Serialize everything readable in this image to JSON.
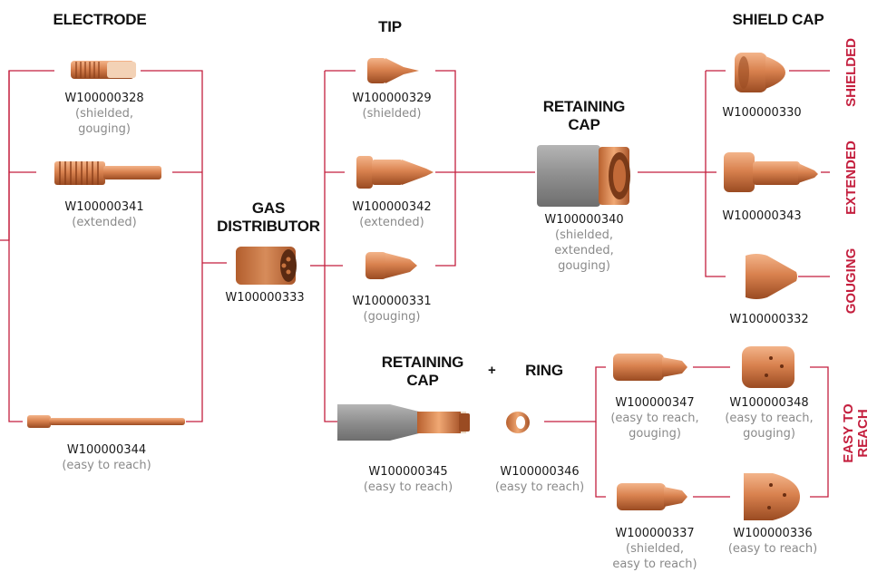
{
  "colors": {
    "accent": "#c41f3e",
    "copper": "#d9824f",
    "gray": "#8e8e8e"
  },
  "headings": {
    "electrode": "ELECTRODE",
    "tip": "TIP",
    "gas_distributor": "GAS\nDISTRIBUTOR",
    "retaining_cap": "RETAINING\nCAP",
    "shield_cap": "SHIELD CAP",
    "retaining_cap_2": "RETAINING\nCAP",
    "plus": "+",
    "ring": "RING"
  },
  "categories": {
    "shielded": "SHIELDED",
    "extended": "EXTENDED",
    "gouging": "GOUGING",
    "easy_to_reach": "EASY TO\nREACH"
  },
  "parts": [
    {
      "id": "electrode-328",
      "number": "W100000328",
      "note": "(shielded,\ngouging)"
    },
    {
      "id": "electrode-341",
      "number": "W100000341",
      "note": "(extended)"
    },
    {
      "id": "electrode-344",
      "number": "W100000344",
      "note": "(easy to reach)"
    },
    {
      "id": "gas-distributor-333",
      "number": "W100000333",
      "note": ""
    },
    {
      "id": "tip-329",
      "number": "W100000329",
      "note": "(shielded)"
    },
    {
      "id": "tip-342",
      "number": "W100000342",
      "note": "(extended)"
    },
    {
      "id": "tip-331",
      "number": "W100000331",
      "note": "(gouging)"
    },
    {
      "id": "retaining-cap-340",
      "number": "W100000340",
      "note": "(shielded,\nextended,\ngouging)"
    },
    {
      "id": "shield-cap-330",
      "number": "W100000330",
      "note": ""
    },
    {
      "id": "shield-cap-343",
      "number": "W100000343",
      "note": ""
    },
    {
      "id": "shield-cap-332",
      "number": "W100000332",
      "note": ""
    },
    {
      "id": "retaining-cap-345",
      "number": "W100000345",
      "note": "(easy to reach)"
    },
    {
      "id": "ring-346",
      "number": "W100000346",
      "note": "(easy to reach)"
    },
    {
      "id": "tip-347",
      "number": "W100000347",
      "note": "(easy to reach,\ngouging)"
    },
    {
      "id": "shield-cap-348",
      "number": "W100000348",
      "note": "(easy to reach,\ngouging)"
    },
    {
      "id": "tip-337",
      "number": "W100000337",
      "note": "(shielded,\neasy to reach)"
    },
    {
      "id": "shield-cap-336",
      "number": "W100000336",
      "note": "(easy to reach)"
    }
  ]
}
